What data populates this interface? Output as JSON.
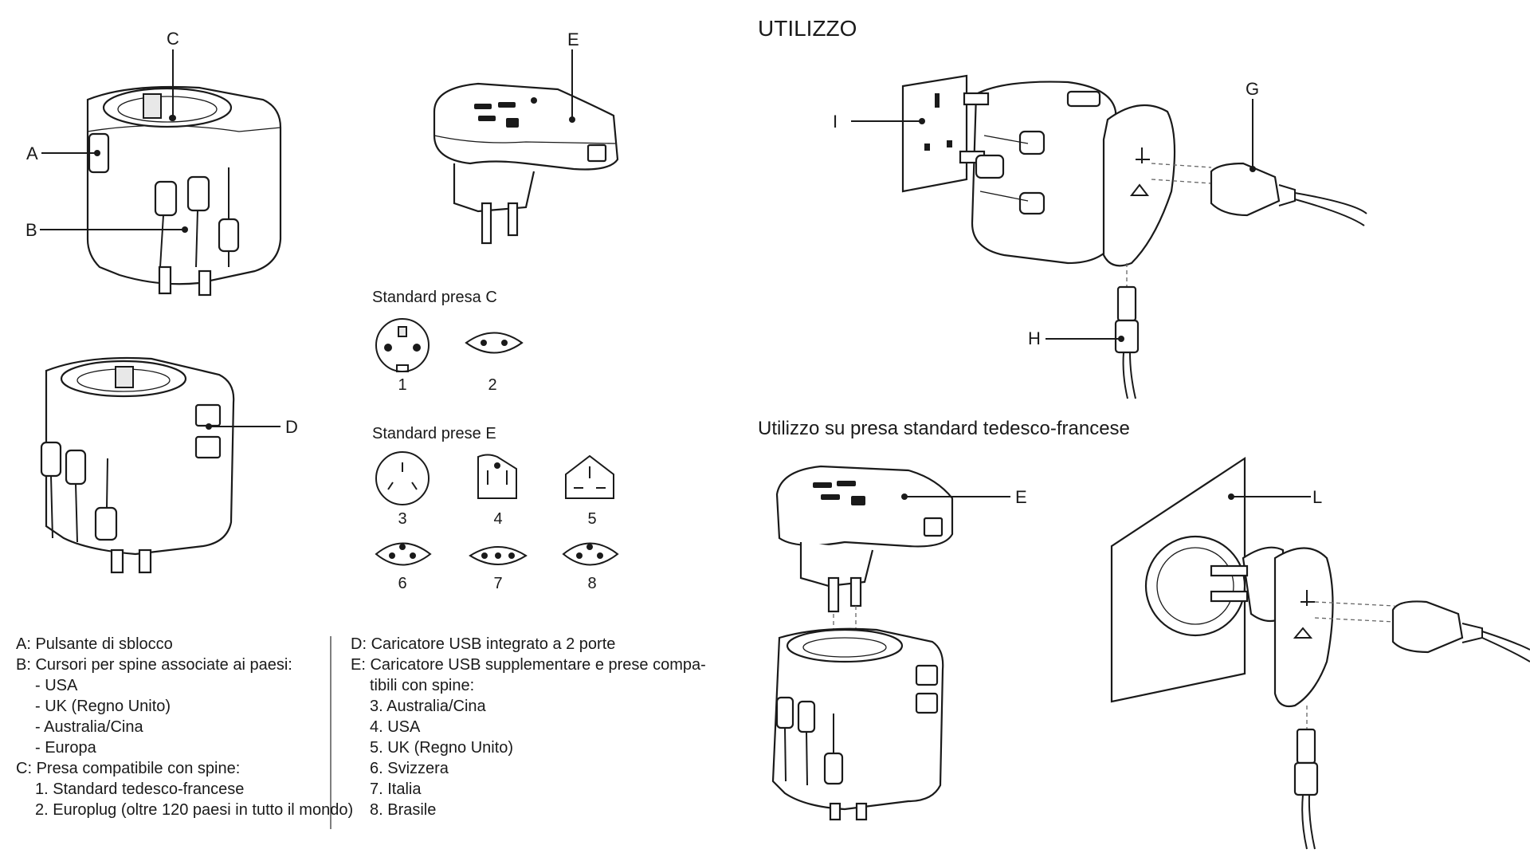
{
  "title": "UTILIZZO",
  "subtitle": "Utilizzo su presa standard tedesco-francese",
  "callouts": {
    "a": "A",
    "b": "B",
    "c": "C",
    "d": "D",
    "e_top": "E",
    "g": "G",
    "h": "H",
    "i": "I",
    "e_bottom": "E",
    "l": "L"
  },
  "socket_groups": {
    "c": {
      "heading": "Standard presa C",
      "numbers": [
        "1",
        "2"
      ]
    },
    "e": {
      "heading": "Standard prese E",
      "numbers": [
        "3",
        "4",
        "5",
        "6",
        "7",
        "8"
      ]
    }
  },
  "legend_left": {
    "a": {
      "key": "A:",
      "text": "Pulsante di sblocco"
    },
    "b": {
      "key": "B:",
      "text": "Cursori per spine associate ai paesi:",
      "items": [
        "- USA",
        "- UK (Regno Unito)",
        "- Australia/Cina",
        "- Europa"
      ]
    },
    "c": {
      "key": "C:",
      "text": "Presa compatibile con spine:",
      "items": [
        "1. Standard tedesco-francese",
        "2. Europlug (oltre 120 paesi in tutto il mondo)"
      ]
    }
  },
  "legend_right": {
    "d": {
      "key": "D:",
      "text": "Caricatore USB integrato a 2 porte"
    },
    "e": {
      "key": "E:",
      "text": "Caricatore USB supplementare e prese compa-",
      "text2": "tibili con spine:",
      "items": [
        "3. Australia/Cina",
        "4. USA",
        "5. UK (Regno Unito)",
        "6. Svizzera",
        "7. Italia",
        "8. Brasile"
      ]
    }
  }
}
